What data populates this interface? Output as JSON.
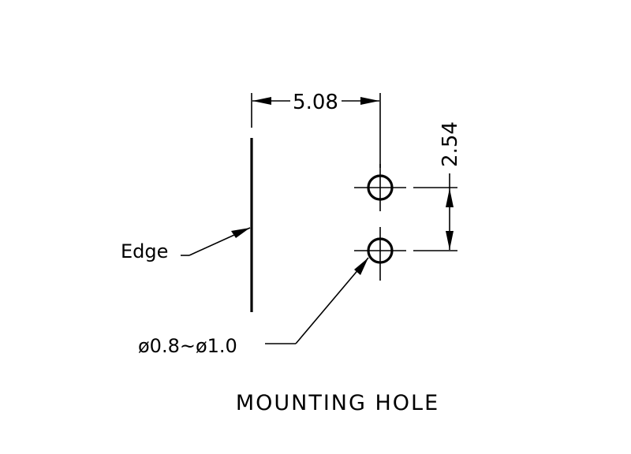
{
  "drawing": {
    "title": "MOUNTING HOLE",
    "dimension_horizontal": "5.08",
    "dimension_vertical": "2.54",
    "edge_label": "Edge",
    "hole_diameter_label": "ø0.8~ø1.0"
  }
}
